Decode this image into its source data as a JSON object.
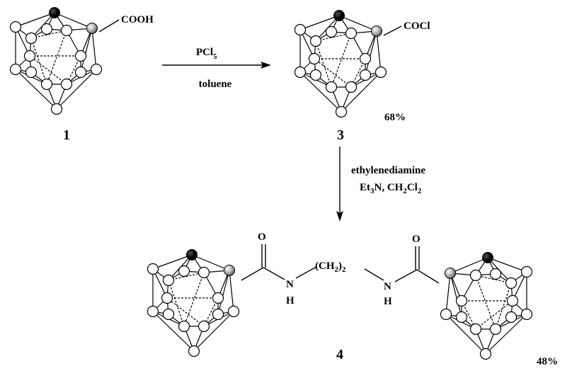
{
  "compounds": {
    "c1": {
      "number": "1",
      "group": "COOH"
    },
    "c3": {
      "number": "3",
      "group": "COCl",
      "yield": "68%"
    },
    "c4": {
      "number": "4",
      "yield": "48%",
      "carbonyl_o": "O",
      "amide_n": "N",
      "amide_h": "H",
      "linker_main": "(CH",
      "linker_sub": "2",
      "linker_close": ")",
      "linker_sub2": "2"
    }
  },
  "step1": {
    "reagent_main": "PCl",
    "reagent_sub": "5",
    "solvent": "toluene"
  },
  "step2": {
    "reagent": "ethylenediamine",
    "base_a": "Et",
    "base_a_sub": "3",
    "base_a_rest": "N, CH",
    "base_b_sub1": "2",
    "base_b_mid": "Cl",
    "base_b_sub2": "2"
  },
  "colors": {
    "bond": "#000000",
    "boron": "#ffffff",
    "carbon_top": "#000000",
    "carbon_substituted": "#9a9a9a"
  }
}
